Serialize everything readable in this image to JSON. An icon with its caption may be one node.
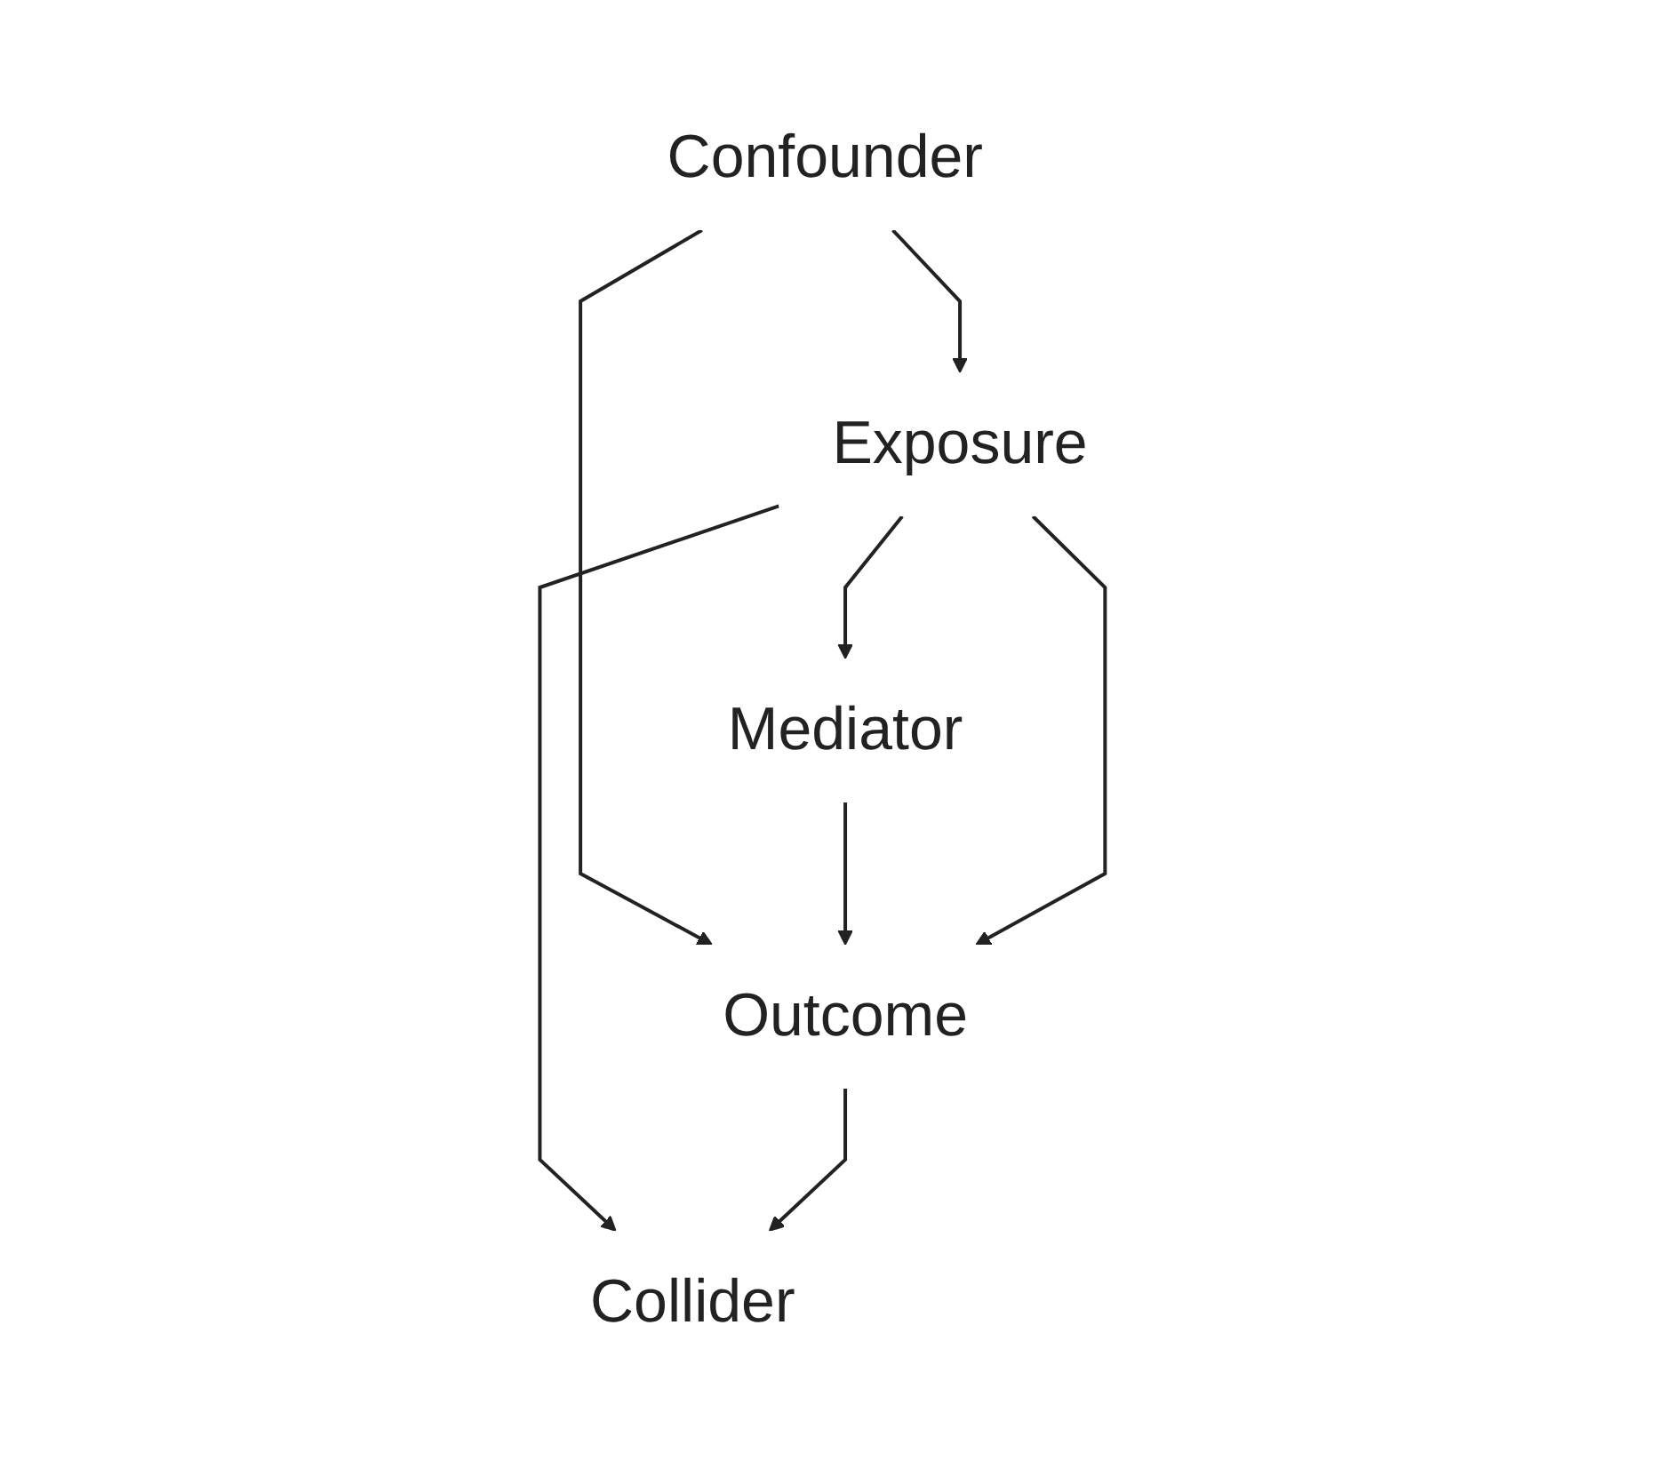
{
  "diagram": {
    "nodes": [
      {
        "text": [
          "Confounder"
        ]
      },
      {
        "text": [
          "Mediator"
        ]
      },
      {
        "text": [
          "Exposure"
        ]
      },
      {
        "text": [
          "Outcome"
        ]
      },
      {
        "text": [
          "Collider"
        ]
      }
    ],
    "edges": [
      {
        "from": 0,
        "to": 2,
        "arrow": "to"
      },
      {
        "from": 0,
        "to": 3,
        "arrow": "to"
      },
      {
        "from": 2,
        "to": 1,
        "arrow": "to"
      },
      {
        "from": 1,
        "to": 3,
        "arrow": "to"
      },
      {
        "from": 2,
        "to": 3,
        "arrow": "to"
      },
      {
        "from": 2,
        "to": 4,
        "arrow": "to"
      },
      {
        "from": 3,
        "to": 4,
        "arrow": "to"
      }
    ]
  }
}
